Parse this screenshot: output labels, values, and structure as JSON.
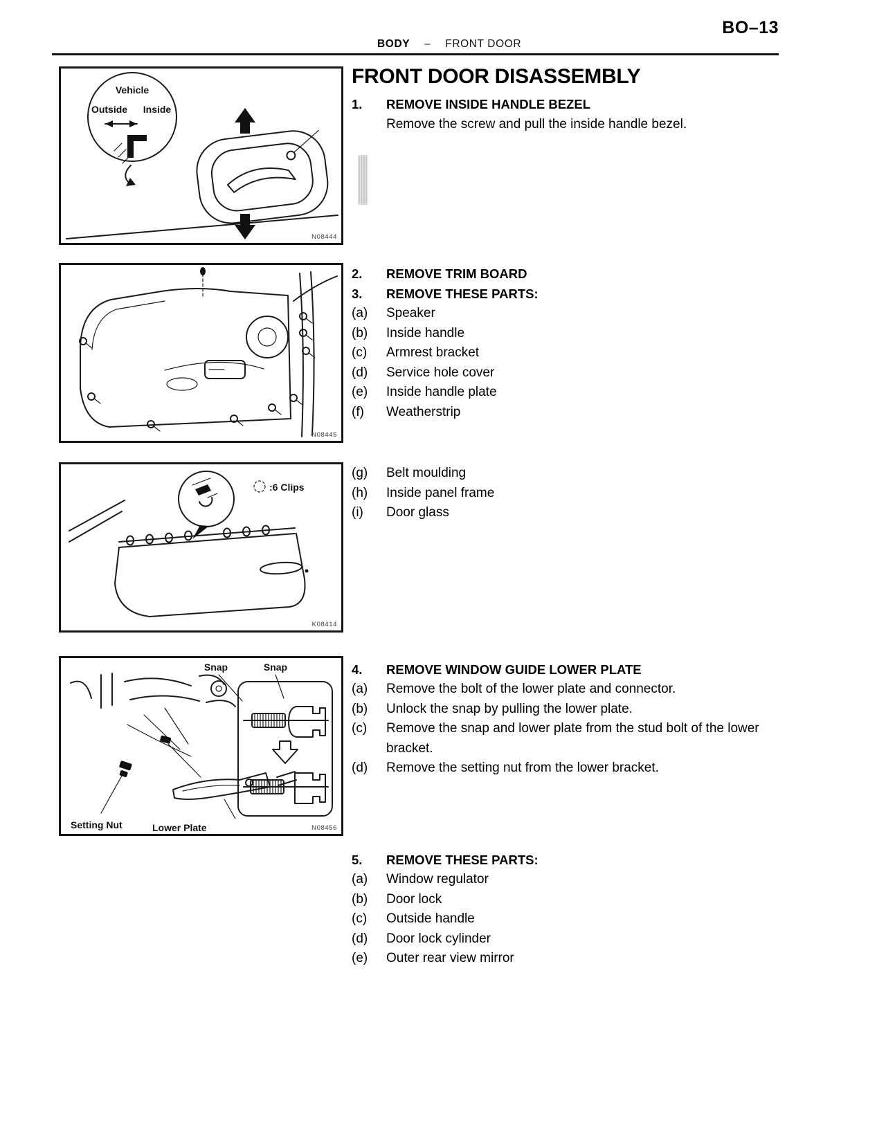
{
  "header": {
    "page_number": "BO–13",
    "section": "BODY",
    "dash": "–",
    "subsection": "FRONT DOOR"
  },
  "main": {
    "title": "FRONT DOOR DISASSEMBLY",
    "step1": {
      "num": "1.",
      "heading": "REMOVE INSIDE HANDLE BEZEL",
      "body": "Remove the screw and pull the inside handle bezel."
    },
    "step2": {
      "num": "2.",
      "heading": "REMOVE TRIM BOARD"
    },
    "step3": {
      "num": "3.",
      "heading": "REMOVE THESE PARTS:",
      "items": [
        {
          "tag": "(a)",
          "text": "Speaker"
        },
        {
          "tag": "(b)",
          "text": "Inside handle"
        },
        {
          "tag": "(c)",
          "text": "Armrest bracket"
        },
        {
          "tag": "(d)",
          "text": "Service hole cover"
        },
        {
          "tag": "(e)",
          "text": "Inside handle plate"
        },
        {
          "tag": "(f)",
          "text": "Weatherstrip"
        }
      ]
    },
    "step3_cont": {
      "items": [
        {
          "tag": "(g)",
          "text": "Belt moulding"
        },
        {
          "tag": "(h)",
          "text": "Inside panel frame"
        },
        {
          "tag": "(i)",
          "text": "Door glass"
        }
      ]
    },
    "step4": {
      "num": "4.",
      "heading": "REMOVE WINDOW GUIDE LOWER PLATE",
      "items": [
        {
          "tag": "(a)",
          "text": "Remove the bolt of the lower plate and connector."
        },
        {
          "tag": "(b)",
          "text": "Unlock the snap by pulling the lower plate."
        },
        {
          "tag": "(c)",
          "text": "Remove the snap and lower plate from the stud bolt of the lower bracket."
        },
        {
          "tag": "(d)",
          "text": "Remove the setting nut from the lower bracket."
        }
      ]
    },
    "step5": {
      "num": "5.",
      "heading": "REMOVE THESE PARTS:",
      "items": [
        {
          "tag": "(a)",
          "text": "Window regulator"
        },
        {
          "tag": "(b)",
          "text": "Door lock"
        },
        {
          "tag": "(c)",
          "text": "Outside handle"
        },
        {
          "tag": "(d)",
          "text": "Door lock cylinder"
        },
        {
          "tag": "(e)",
          "text": "Outer rear view mirror"
        }
      ]
    }
  },
  "figures": {
    "fig1": {
      "code": "N08444",
      "label_vehicle": "Vehicle",
      "label_outside": "Outside",
      "label_inside": "Inside"
    },
    "fig2": {
      "code": "N08445"
    },
    "fig3": {
      "code": "K08414",
      "label_clips": ":6 Clips"
    },
    "fig4": {
      "code": "N08456",
      "label_snap_left": "Snap",
      "label_snap_right": "Snap",
      "label_setting_nut": "Setting Nut",
      "label_lower_plate": "Lower Plate"
    }
  }
}
